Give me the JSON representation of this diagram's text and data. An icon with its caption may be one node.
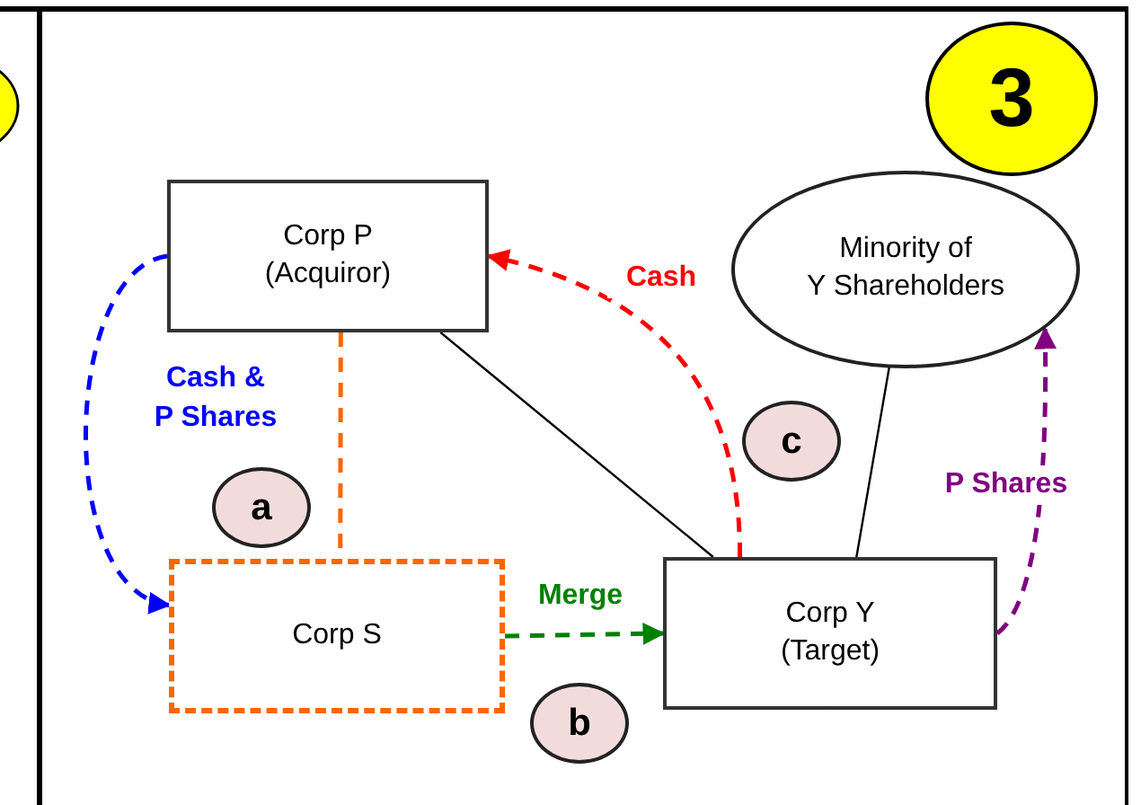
{
  "diagram": {
    "nodes": [
      {
        "text": [
          "3"
        ]
      },
      {
        "text": [
          "Corp P",
          "(Acquiror)"
        ]
      },
      {
        "text": [
          "Minority of Y Shareholders"
        ]
      },
      {
        "text": [
          "c"
        ]
      },
      {
        "text": [
          "a"
        ]
      },
      {
        "text": [
          "Corp S"
        ]
      },
      {
        "text": [
          "Corp Y",
          "(Target)"
        ]
      },
      {
        "text": [
          "b"
        ]
      }
    ],
    "edges": [
      {
        "from": 1,
        "to": 5,
        "arrow": "to",
        "label": "Cash & P Shares",
        "style": "dashed",
        "color": "#0000ff"
      },
      {
        "from": 1,
        "to": 5,
        "arrow": "none",
        "style": "dashed",
        "color": "#ff6600"
      },
      {
        "from": 1,
        "to": 6,
        "arrow": "none"
      },
      {
        "from": 6,
        "to": 1,
        "arrow": "to",
        "label": "Cash",
        "style": "dashed",
        "color": "#ff0000"
      },
      {
        "from": 5,
        "to": 6,
        "arrow": "to",
        "label": "Merge",
        "style": "dashed",
        "color": "#008000"
      },
      {
        "from": 2,
        "to": 6,
        "arrow": "none"
      },
      {
        "from": 6,
        "to": 2,
        "arrow": "to",
        "label": "P Shares",
        "style": "dashed",
        "color": "#800080"
      }
    ]
  }
}
